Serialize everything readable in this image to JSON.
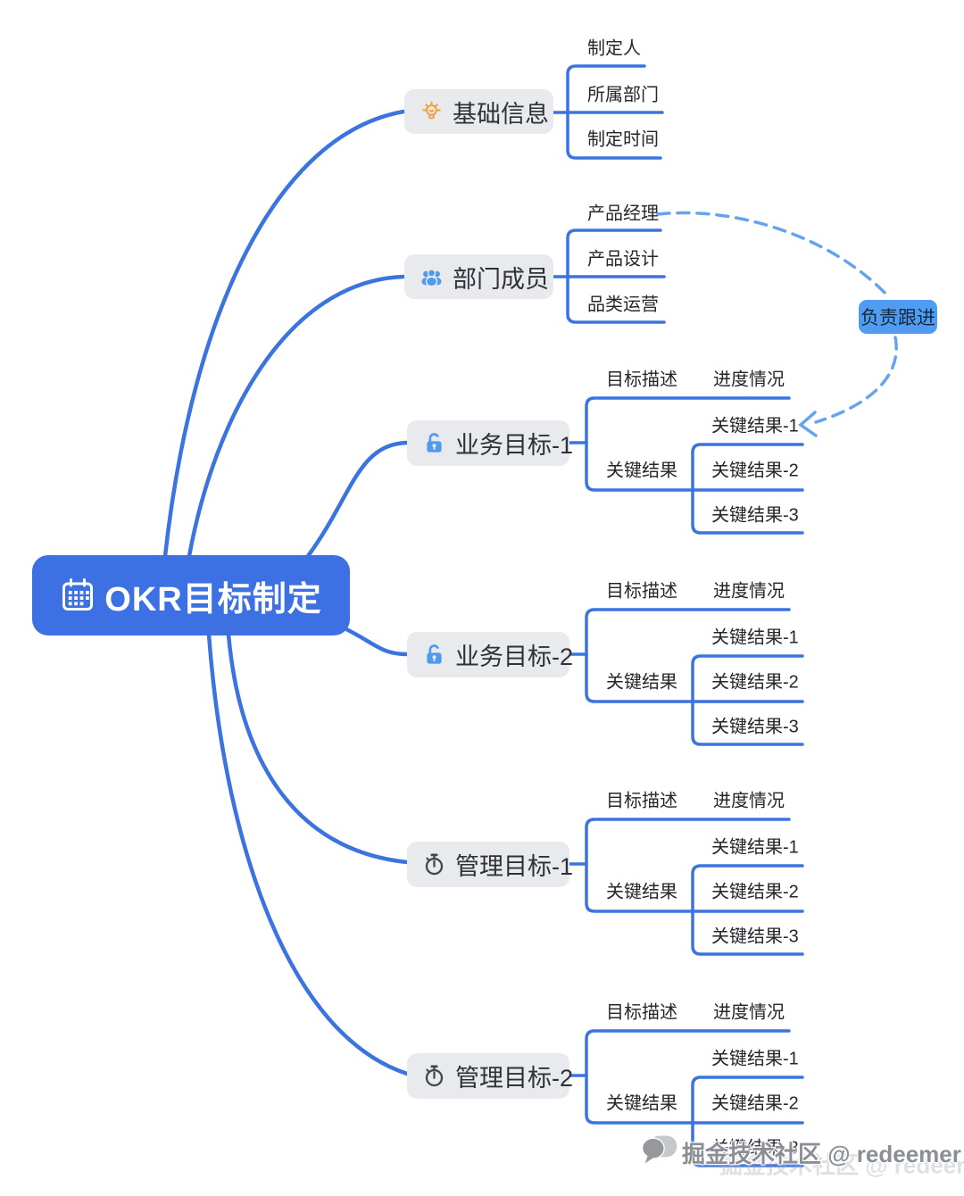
{
  "root": {
    "label": "OKR目标制定",
    "icon": "calendar-icon"
  },
  "branches": [
    {
      "label": "基础信息",
      "icon": "lightbulb-icon",
      "children": [
        "制定人",
        "所属部门",
        "制定时间"
      ]
    },
    {
      "label": "部门成员",
      "icon": "people-icon",
      "children": [
        "产品经理",
        "产品设计",
        "品类运营"
      ]
    },
    {
      "label": "业务目标-1",
      "icon": "lock-icon",
      "desc_label": "目标描述",
      "progress_label": "进度情况",
      "kr_label": "关键结果",
      "krs": [
        "关键结果-1",
        "关键结果-2",
        "关键结果-3"
      ]
    },
    {
      "label": "业务目标-2",
      "icon": "lock-icon",
      "desc_label": "目标描述",
      "progress_label": "进度情况",
      "kr_label": "关键结果",
      "krs": [
        "关键结果-1",
        "关键结果-2",
        "关键结果-3"
      ]
    },
    {
      "label": "管理目标-1",
      "icon": "stopwatch-icon",
      "desc_label": "目标描述",
      "progress_label": "进度情况",
      "kr_label": "关键结果",
      "krs": [
        "关键结果-1",
        "关键结果-2",
        "关键结果-3"
      ]
    },
    {
      "label": "管理目标-2",
      "icon": "stopwatch-icon",
      "desc_label": "目标描述",
      "progress_label": "进度情况",
      "kr_label": "关键结果",
      "krs": [
        "关键结果-1",
        "关键结果-2",
        "关键结果-3"
      ]
    }
  ],
  "callout": {
    "label": "负责跟进"
  },
  "watermark": {
    "text": "掘金技术社区 @ redeemer",
    "icon": "chat-bubble-icon"
  },
  "colors": {
    "line_blue": "#3B73DF",
    "dashed_blue": "#66A3EE",
    "root_fill": "#3D71E3",
    "branch_fill": "#E9EAED",
    "callout_fill": "#4F9CF1",
    "icon_blue": "#4D9AF0",
    "lightbulb_orange": "#F0A23E",
    "stopwatch_gray": "#45464E",
    "watermark_gray": "#8A8F96"
  }
}
